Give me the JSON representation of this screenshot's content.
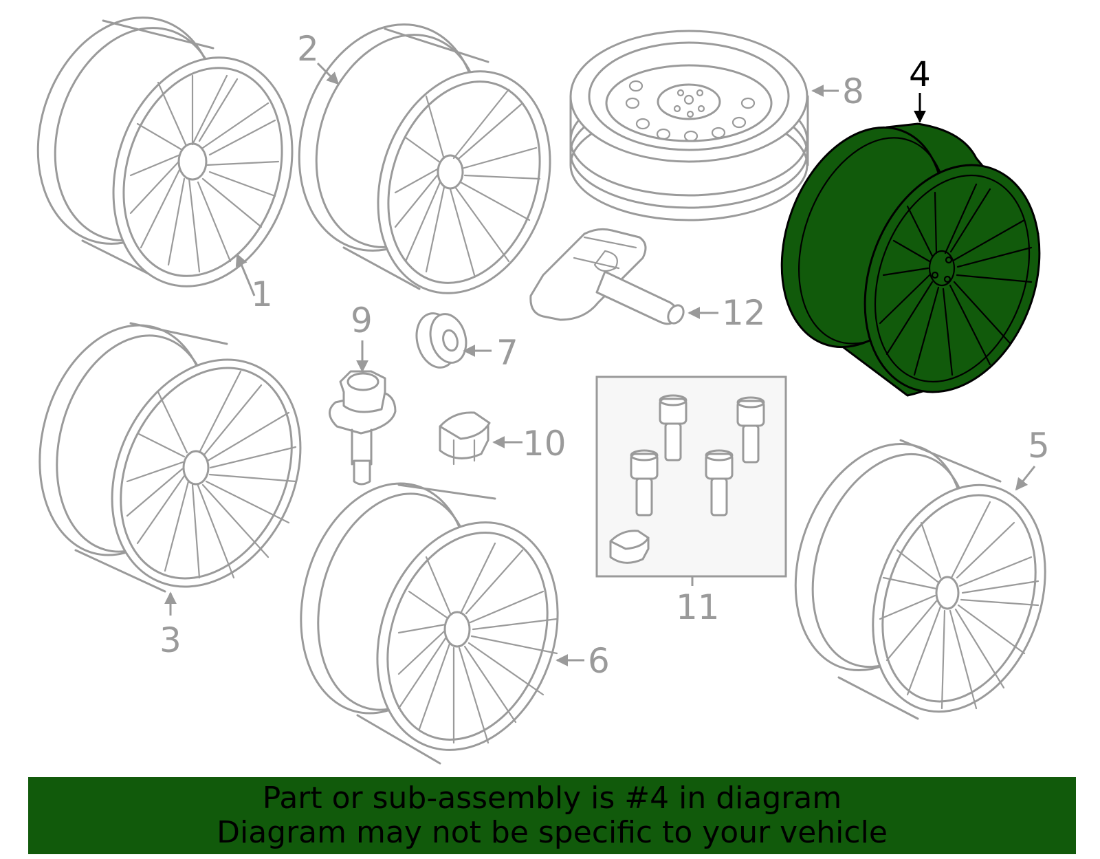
{
  "highlight_color": "#115a0b",
  "callouts": {
    "c1": "1",
    "c2": "2",
    "c3": "3",
    "c4": "4",
    "c5": "5",
    "c6": "6",
    "c7": "7",
    "c8": "8",
    "c9": "9",
    "c10": "10",
    "c11": "11",
    "c12": "12"
  },
  "highlighted_part": "4",
  "banner": {
    "line1": "Part or sub-assembly is #4 in diagram",
    "line2": "Diagram may not be specific to your vehicle"
  }
}
